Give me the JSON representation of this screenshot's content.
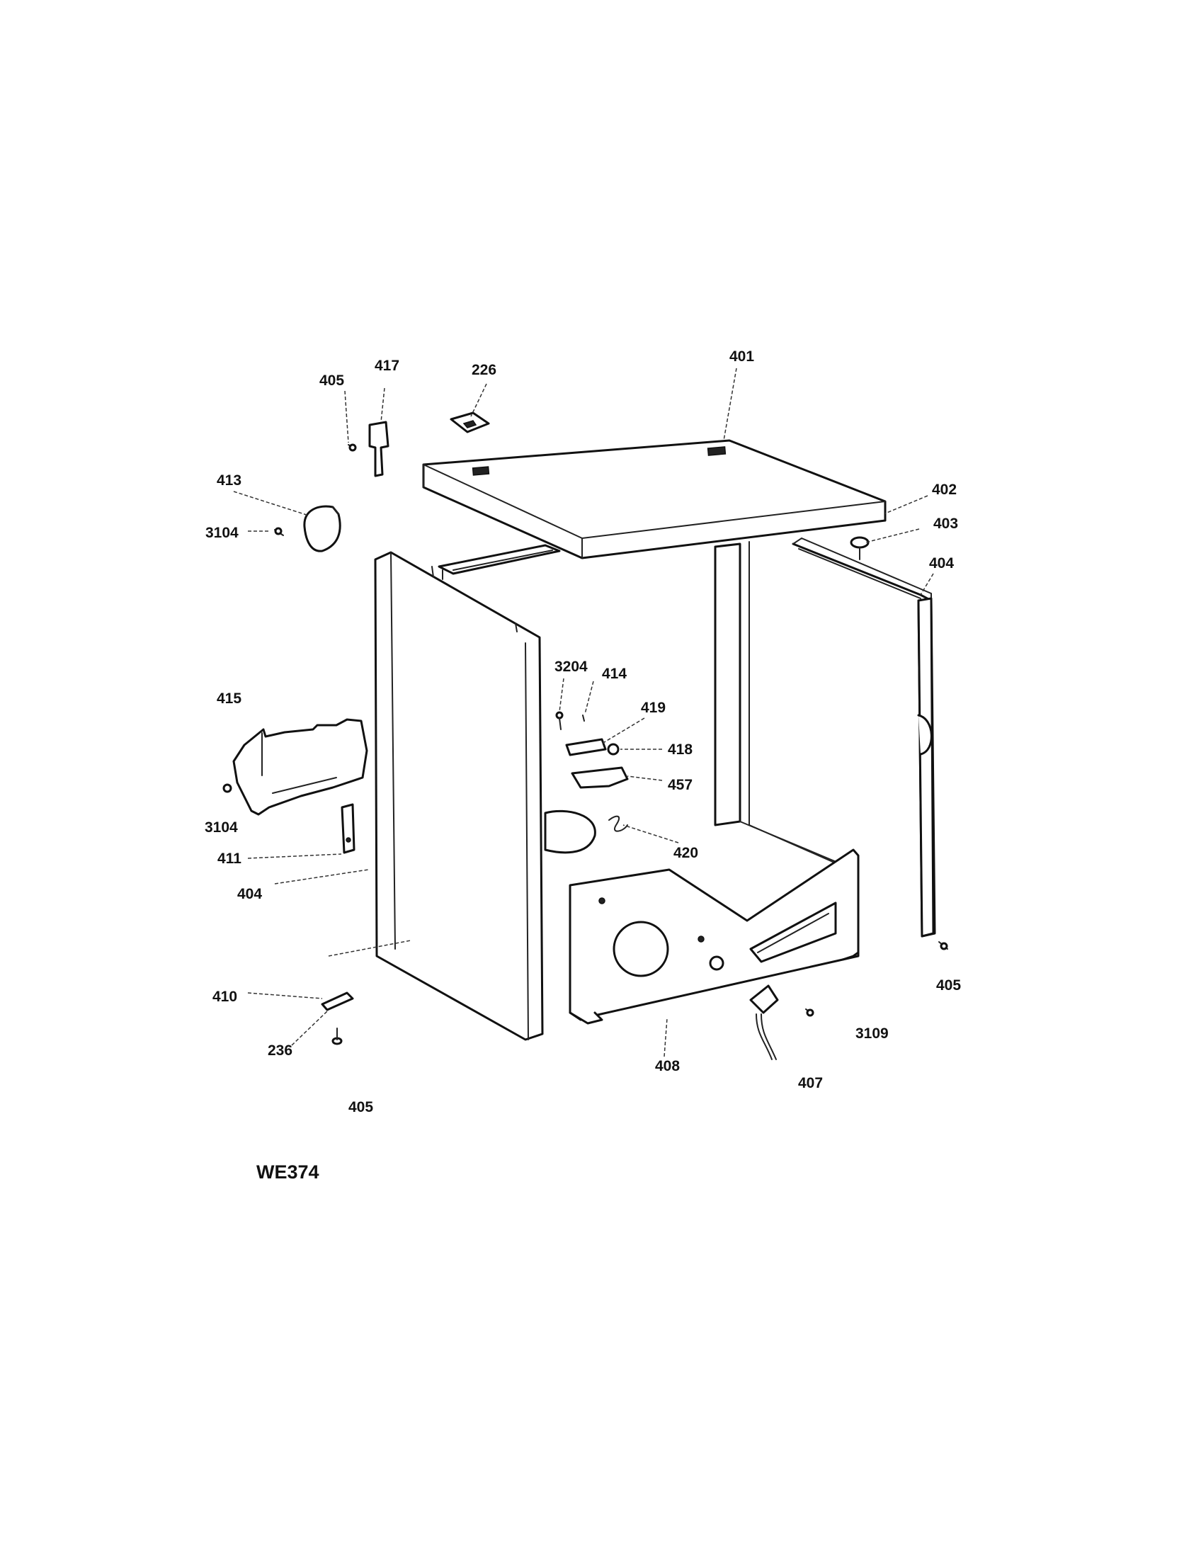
{
  "diagram": {
    "drawing_code": "WE374",
    "callouts": [
      {
        "id": "405-top",
        "number": "405"
      },
      {
        "id": "417",
        "number": "417"
      },
      {
        "id": "226",
        "number": "226"
      },
      {
        "id": "401",
        "number": "401"
      },
      {
        "id": "413",
        "number": "413"
      },
      {
        "id": "3104-top",
        "number": "3104"
      },
      {
        "id": "402",
        "number": "402"
      },
      {
        "id": "403",
        "number": "403"
      },
      {
        "id": "404-right",
        "number": "404"
      },
      {
        "id": "3204",
        "number": "3204"
      },
      {
        "id": "414",
        "number": "414"
      },
      {
        "id": "419",
        "number": "419"
      },
      {
        "id": "415",
        "number": "415"
      },
      {
        "id": "418",
        "number": "418"
      },
      {
        "id": "457",
        "number": "457"
      },
      {
        "id": "3104-left",
        "number": "3104"
      },
      {
        "id": "420",
        "number": "420"
      },
      {
        "id": "411",
        "number": "411"
      },
      {
        "id": "404-left",
        "number": "404"
      },
      {
        "id": "405-right",
        "number": "405"
      },
      {
        "id": "410",
        "number": "410"
      },
      {
        "id": "3109",
        "number": "3109"
      },
      {
        "id": "236",
        "number": "236"
      },
      {
        "id": "408",
        "number": "408"
      },
      {
        "id": "407",
        "number": "407"
      },
      {
        "id": "405-bottom",
        "number": "405"
      }
    ]
  }
}
